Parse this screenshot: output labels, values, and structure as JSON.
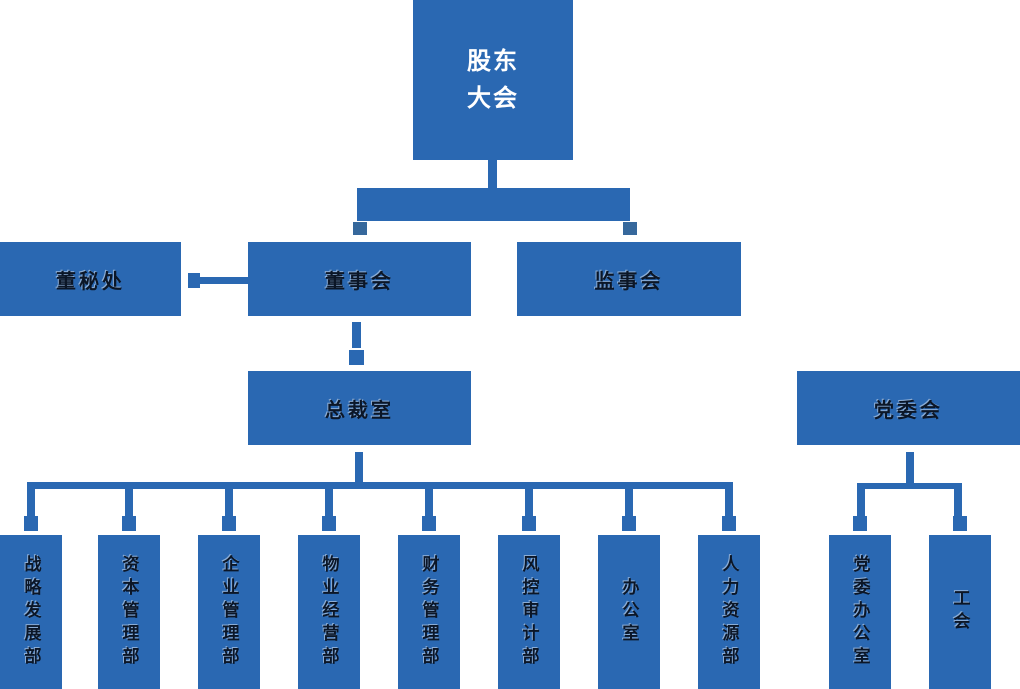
{
  "org_chart": {
    "root": {
      "line1": "股东",
      "line2": "大会"
    },
    "level2": {
      "board_secretary": "董秘处",
      "board_of_directors": "董事会",
      "supervisory_board": "监事会"
    },
    "level3": {
      "president_office": "总裁室",
      "party_committee": "党委会"
    },
    "departments": [
      "战略发展部",
      "资本管理部",
      "企业管理部",
      "物业经营部",
      "财务管理部",
      "风控审计部",
      "办公室",
      "人力资源部"
    ],
    "party_departments": [
      "党委办公室",
      "工会"
    ]
  },
  "colors": {
    "primary_blue": "#2a68b2",
    "connector_square_dark": "#36689c",
    "root_text": "#ffffff",
    "node_text": "#0b1627"
  }
}
